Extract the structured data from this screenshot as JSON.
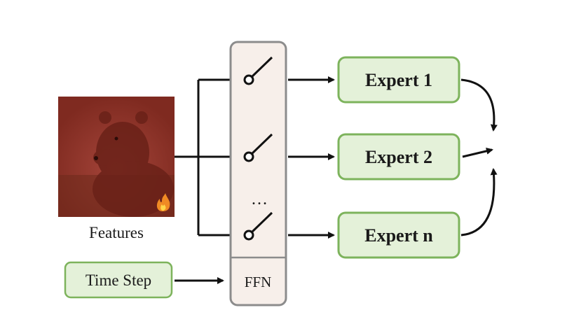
{
  "features_label": "Features",
  "time_step_label": "Time Step",
  "ffn_label": "FFN",
  "ellipsis": "…",
  "experts": [
    "Expert 1",
    "Expert 2",
    "Expert n"
  ],
  "colors": {
    "expert_fill": "#e4f1d9",
    "expert_stroke": "#7db35c",
    "ffn_fill": "#f7efea",
    "ffn_stroke": "#8c8c8c",
    "image_tint": "#8b2f23",
    "arrow": "#111111"
  },
  "icons": {
    "fire": "fire-icon",
    "switch": "switch-icon"
  }
}
